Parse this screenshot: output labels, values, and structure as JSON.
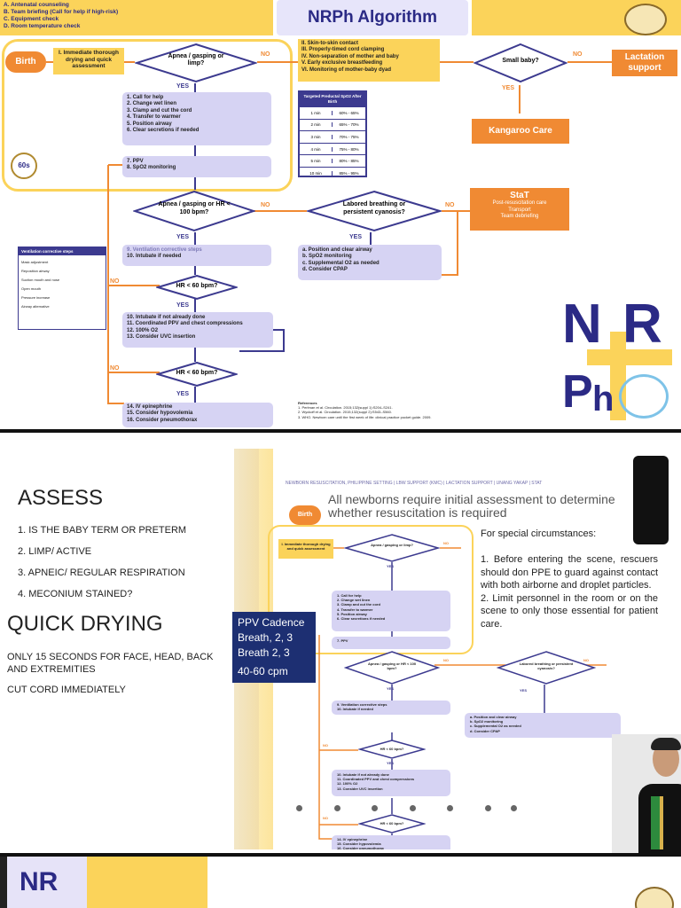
{
  "slide1": {
    "checklist": [
      "A. Antenatal counseling",
      "B. Team briefing (Call for help if high-risk)",
      "C. Equipment check",
      "D. Room temperature check"
    ],
    "title": "NRPh Algorithm",
    "birth": "Birth",
    "immediate": "I. Immediate thorough drying and quick assessment",
    "apnea1": "Apnea / gasping or limp?",
    "no": "NO",
    "yes": "YES",
    "skin_list": [
      "II. Skin-to-skin contact",
      "III. Properly-timed cord clamping",
      "IV. Non-separation of mother and baby",
      "V. Early exclusive breastfeeding",
      "VI. Monitoring of mother-baby dyad"
    ],
    "small_baby": "Small baby?",
    "lactation": "Lactation support",
    "kangaroo": "Kangaroo Care",
    "steps1": [
      "1. Call for help",
      "2. Change wet linen",
      "3. Clamp and cut the cord",
      "4. Transfer to warmer",
      "5. Position airway",
      "6. Clear secretions if needed"
    ],
    "spo2_title": "Targeted Preductal SpO2 After Birth",
    "spo2_rows": [
      [
        "1 min",
        "60% - 65%"
      ],
      [
        "2 min",
        "65% - 70%"
      ],
      [
        "3 min",
        "70% - 75%"
      ],
      [
        "4 min",
        "75% - 80%"
      ],
      [
        "5 min",
        "80% - 85%"
      ],
      [
        "10 min",
        "85% - 95%"
      ]
    ],
    "timer": "60s",
    "ppv": [
      "7. PPV",
      "8. SpO2 monitoring"
    ],
    "apnea2": "Apnea / gasping or HR < 100 bpm?",
    "labored": "Labored breathing or persistent cyanosis?",
    "stat_title": "StaT",
    "stat_lines": [
      "Post-resuscitation care",
      "Transport",
      "Team debriefing"
    ],
    "vent_title": "Ventilation corrective steps",
    "vent_items": [
      "Mask adjustment",
      "Reposition airway",
      "Suction mouth and nose",
      "Open mouth",
      "Pressure increase",
      "Airway alternative"
    ],
    "ventilation": [
      "9. Ventilation corrective steps",
      "10. Intubate if needed"
    ],
    "position": [
      "a. Position and clear airway",
      "b. SpO2 monitoring",
      "c. Supplemental O2 as needed",
      "d. Consider CPAP"
    ],
    "hr60": "HR < 60 bpm?",
    "intubate": [
      "10. Intubate if not already done",
      "11. Coordinated PPV and chest compressions",
      "12. 100% O2",
      "13. Consider UVC insertion"
    ],
    "epi": [
      "14. IV epinephrine",
      "15. Consider hypovolemia",
      "16. Consider pneumothorax"
    ],
    "references_title": "References",
    "references": [
      "1. Perlman et al. Circulation. 2015;132(suppl 1):S204–S241.",
      "2. Wyckoff et al. Circulation. 2015;132(suppl 2):S543–S560.",
      "3. WHO. Newborn care until the first week of life: clinical practice pocket guide. 2009."
    ],
    "logo_letters": [
      "N",
      "R",
      "P",
      "h"
    ]
  },
  "slide2": {
    "header_strip": "NEWBORN RESUSCITATION, PHILIPPINE SETTING | LBW SUPPORT (KMC) | LACTATION SUPPORT | UNANG YAKAP | STAT",
    "assess_title": "ASSESS",
    "assess_items": [
      "1.   IS THE BABY TERM OR PRETERM",
      "2.   LIMP/ ACTIVE",
      "3.   APNEIC/ REGULAR RESPIRATION",
      "4.   MECONIUM STAINED?"
    ],
    "quick_title": "QUICK DRYING",
    "quick_text1": "ONLY 15 SECONDS FOR FACE, HEAD, BACK AND EXTREMITIES",
    "quick_text2": "CUT CORD IMMEDIATELY",
    "ppv_cadence": [
      "PPV Cadence",
      "Breath, 2, 3",
      "Breath 2, 3",
      "40-60 cpm"
    ],
    "heading": "All newborns require initial assessment to determine whether resuscitation is required",
    "special_title": "For special circumstances:",
    "special_text": "1. Before entering the scene, rescuers should don PPE to guard against contact with both airborne and droplet particles.\n2. Limit personnel in the room or on the scene to only those essential for patient care."
  },
  "slide3": {
    "logo": "NR"
  },
  "colors": {
    "yellow": "#fbd35a",
    "orange": "#f08a33",
    "navy": "#2b2a85",
    "lavender": "#d6d3f3"
  }
}
